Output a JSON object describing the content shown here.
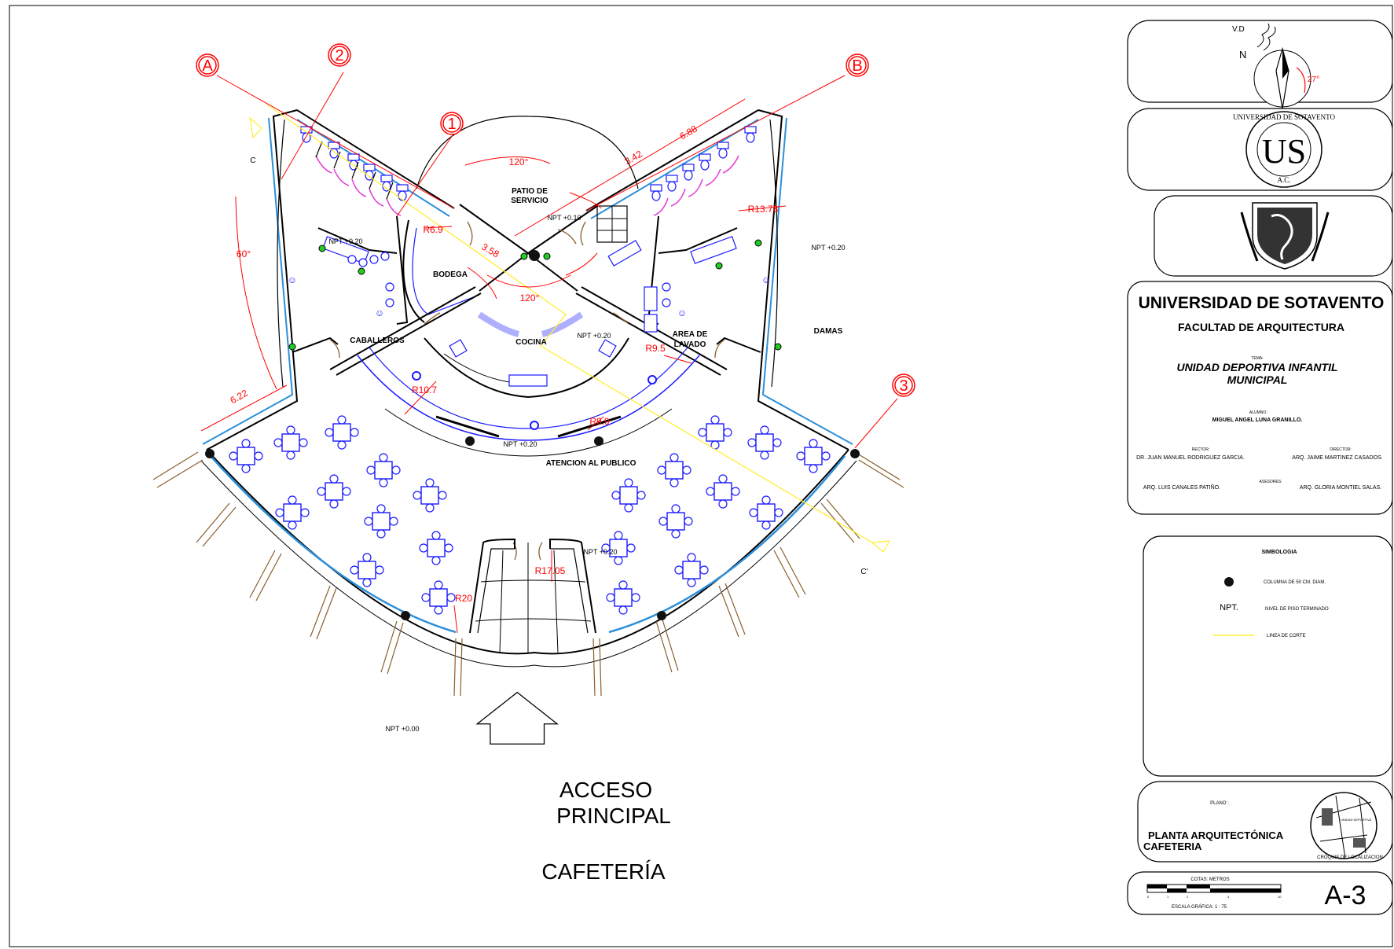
{
  "plan": {
    "axes": {
      "A": "A",
      "B": "B",
      "one": "1",
      "two": "2",
      "three": "3"
    },
    "section": {
      "c_left": "C",
      "c_right": "C'"
    },
    "rooms": {
      "patio": "PATIO DE",
      "patio2": "SERVICIO",
      "bodega": "BODEGA",
      "cocina": "COCINA",
      "area_lavado": "AREA DE",
      "area_lavado2": "LAVADO",
      "caballeros": "CABALLEROS",
      "damas": "DAMAS",
      "atencion": "ATENCION AL PUBLICO"
    },
    "levels": {
      "npt_010": "NPT +0.10",
      "npt_020_kitchen": "NPT +0.20",
      "npt_020_left": "NPT +0.20",
      "npt_020_right": "NPT +0.20",
      "npt_020_atencion": "NPT +0.20",
      "npt_020_dining": "NPT +0.20",
      "npt_000": "NPT +0.00"
    },
    "dims": {
      "angle_120_top": "120°",
      "angle_120_bottom": "120°",
      "angle_60": "60°",
      "d_342": "3.42",
      "d_688": "6.88",
      "d_358": "3.58",
      "d_622": "6.22",
      "r_69": "R6.9",
      "r_1378": "R13.78",
      "r_95": "R9.5",
      "r_107": "R10.7",
      "r_99": "R9.9",
      "r_1705": "R17.05",
      "r_20": "R20"
    },
    "access": {
      "line1": "ACCESO",
      "line2": "PRINCIPAL"
    },
    "title": "CAFETERÍA"
  },
  "titleblock": {
    "vd": "V.D",
    "north": "N",
    "north_angle": "27°",
    "seal_text_top": "UNIVERSIDAD DE SOTAVENTO",
    "seal_text_bottom": "A.C.",
    "university": "UNIVERSIDAD DE SOTAVENTO",
    "faculty": "FACULTAD DE ARQUITECTURA",
    "tema_label": "TEMA:",
    "tema_line1": "UNIDAD DEPORTIVA INFANTIL",
    "tema_line2": "MUNICIPAL",
    "alumno_label": "ALUMNO :",
    "alumno": "MIGUEL ANGEL LUNA GRANILLO.",
    "rector_label": "RECTOR:",
    "rector": "DR. JUAN MANUEL RODRIGUEZ GARCIA.",
    "director_label": "DIRECTOR:",
    "director": "ARQ. JAIME MARTINEZ CASADOS.",
    "asesores_label": "ASESORES:",
    "asesor1": "ARQ. LUIS CANALES PATIÑO.",
    "asesor2": "ARQ. GLORIA MONTIEL SALAS.",
    "simbologia": "SIMBOLOGIA",
    "sym_columna": "COLUMNA DE 50 CM. DIAM.",
    "sym_npt": "NPT.",
    "sym_npt_desc": "NIVEL DE PISO TERMINADO",
    "sym_linea": "LINEA DE CORTE",
    "plano_label": "PLANO :",
    "plano_line1": "PLANTA ARQUITECTÓNICA",
    "plano_line2": "CAFETERIA",
    "croquis_map_text": "UNIDAD DEPORTIVA",
    "croquis": "CROQUIS DE LOCALIZACION",
    "cotas": "COTAS: METROS",
    "scale_ticks": [
      "0",
      "1",
      "2",
      "4",
      "10"
    ],
    "escala": "ESCALA GRÁFICA:   1 : 75",
    "sheet": "A-3"
  }
}
